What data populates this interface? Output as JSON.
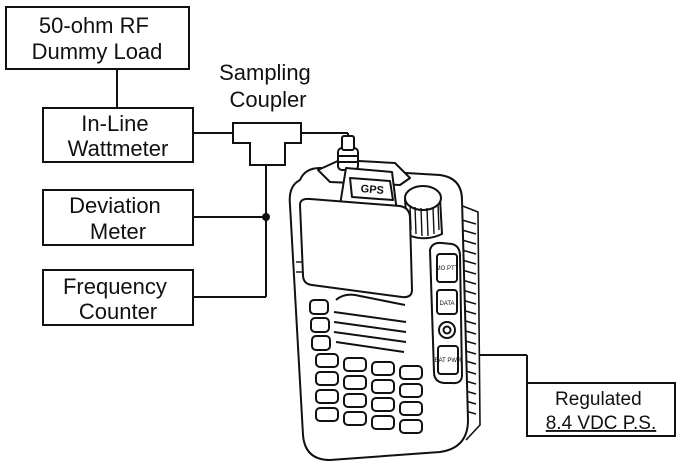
{
  "boxes": {
    "dummy_load": [
      "50-ohm RF",
      "Dummy Load"
    ],
    "wattmeter": [
      "In-Line",
      "Wattmeter"
    ],
    "deviation_meter": [
      "Deviation",
      "Meter"
    ],
    "frequency_counter": [
      "Frequency",
      "Counter"
    ],
    "power_supply": [
      "Regulated",
      "8.4 VDC P.S."
    ]
  },
  "coupler_label": [
    "Sampling",
    "Coupler"
  ],
  "radio": {
    "gps_label": "GPS",
    "side_buttons": [
      "MO PTT",
      "DATA",
      "",
      "BAT PWR"
    ]
  }
}
